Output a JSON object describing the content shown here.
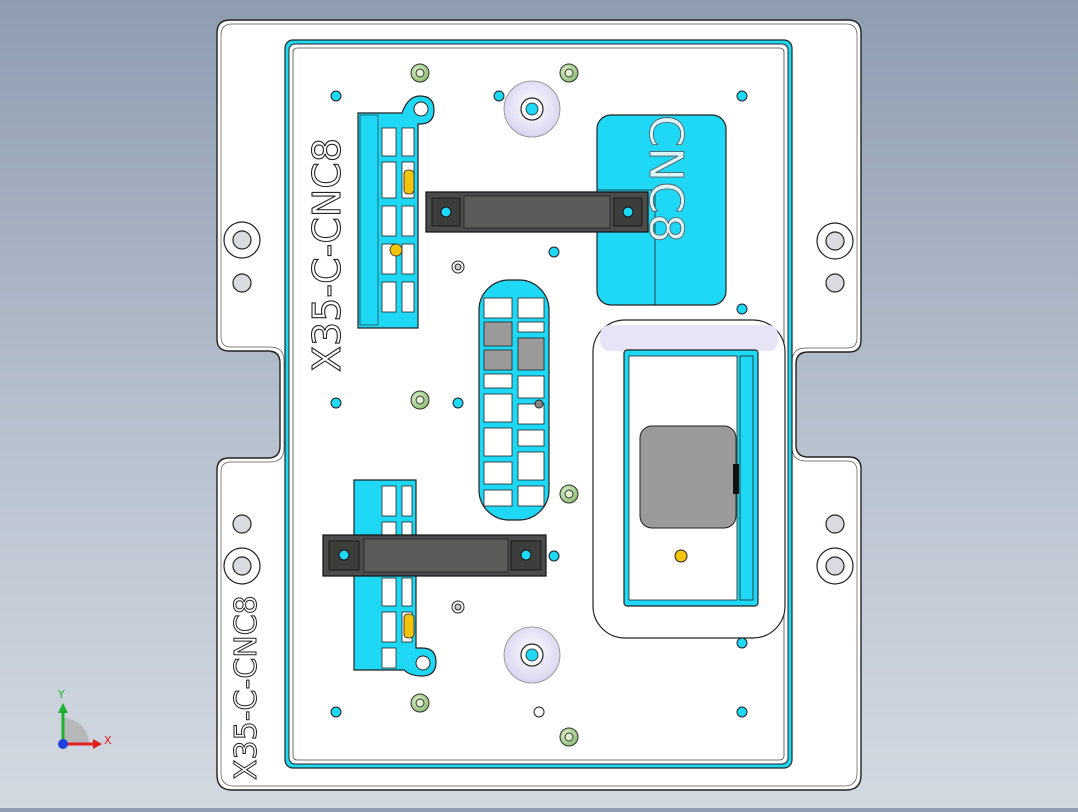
{
  "drawing": {
    "part_label_primary": "X35-C-CNC8",
    "part_label_secondary": "X35-C-CNC8",
    "pocket_engraving": "CNC8"
  },
  "triad": {
    "x_label": "X",
    "y_label": "Y"
  },
  "colors": {
    "background_top": "#8f9db1",
    "background_bottom": "#d3d9e1",
    "plate": "#ffffff",
    "cyan_face": "#1ed8f5",
    "dark_clamp": "#4a4c4b",
    "yellow_feature": "#f2c40e",
    "green_pin": "#b9dca1",
    "axis_x": "#e02020",
    "axis_y": "#20b030",
    "axis_z": "#2040e0"
  }
}
